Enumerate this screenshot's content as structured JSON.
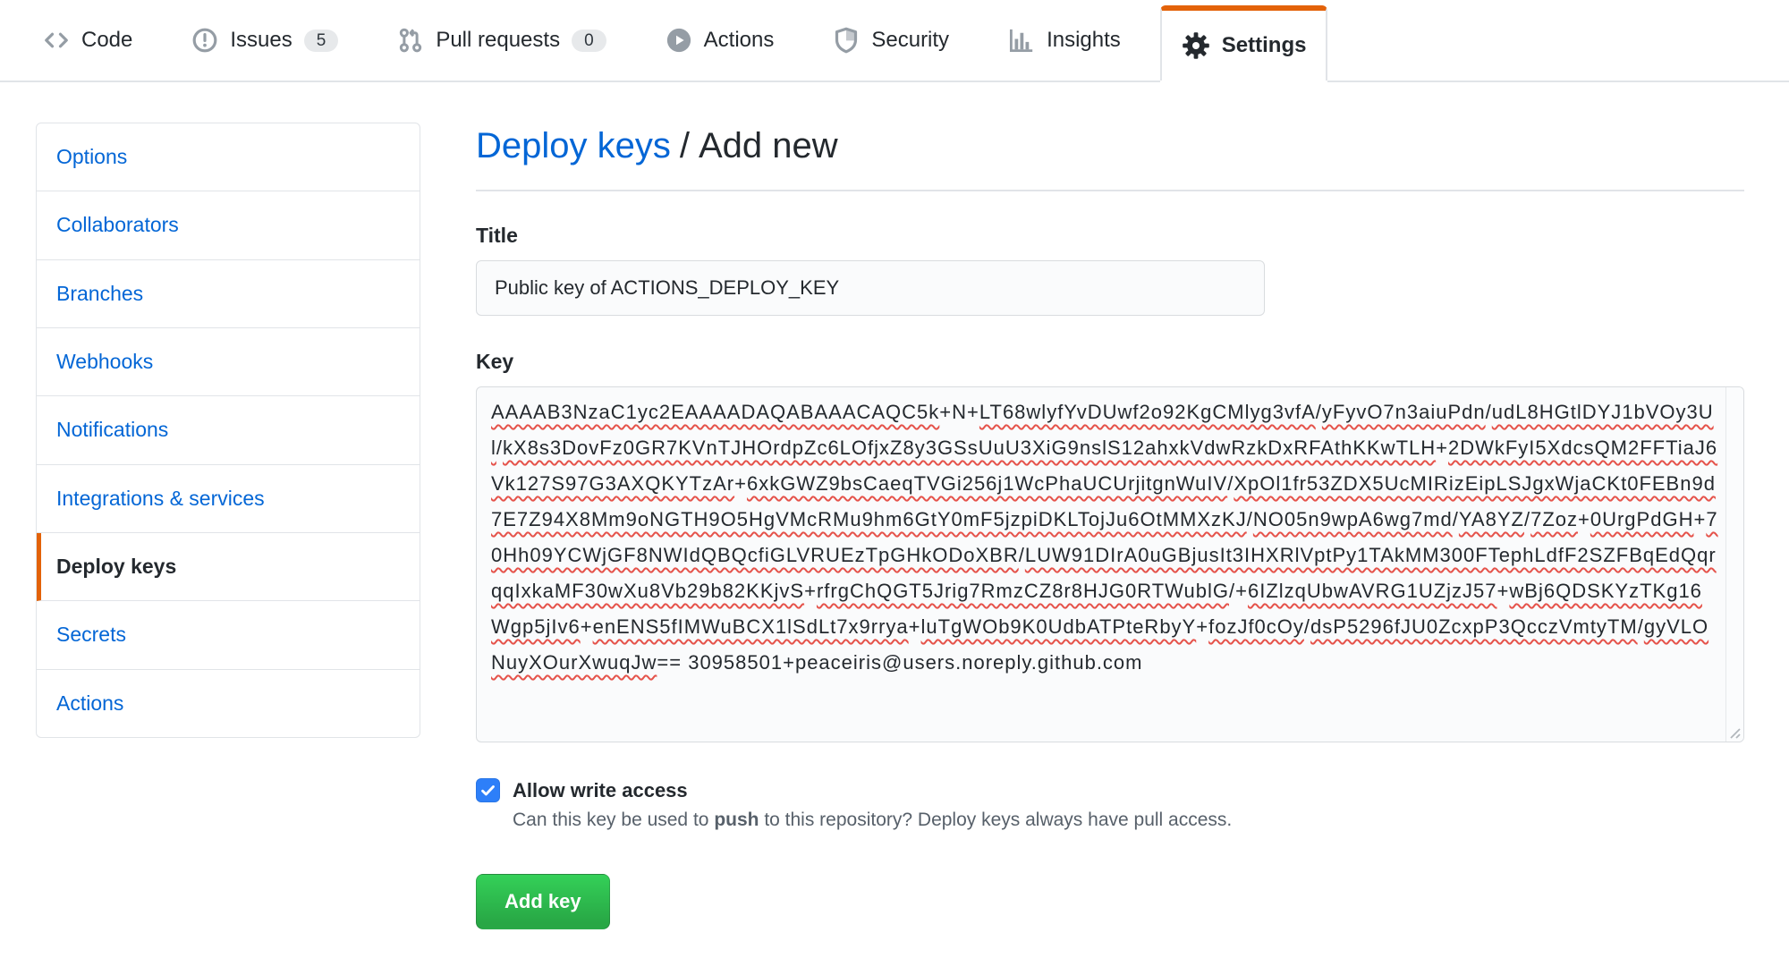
{
  "nav": {
    "tabs": [
      {
        "label": "Code",
        "icon": "code-icon"
      },
      {
        "label": "Issues",
        "icon": "issue-opened-icon",
        "badge": "5"
      },
      {
        "label": "Pull requests",
        "icon": "git-pull-request-icon",
        "badge": "0"
      },
      {
        "label": "Actions",
        "icon": "play-icon"
      },
      {
        "label": "Security",
        "icon": "shield-icon"
      },
      {
        "label": "Insights",
        "icon": "graph-icon"
      },
      {
        "label": "Settings",
        "icon": "gear-icon",
        "active": true
      }
    ]
  },
  "sidebar": {
    "items": [
      {
        "label": "Options"
      },
      {
        "label": "Collaborators"
      },
      {
        "label": "Branches"
      },
      {
        "label": "Webhooks"
      },
      {
        "label": "Notifications"
      },
      {
        "label": "Integrations & services"
      },
      {
        "label": "Deploy keys",
        "active": true
      },
      {
        "label": "Secrets"
      },
      {
        "label": "Actions"
      }
    ]
  },
  "main": {
    "breadcrumb": {
      "link": "Deploy keys",
      "separator": "/",
      "current": "Add new"
    },
    "title_field": {
      "label": "Title",
      "value": "Public key of ACTIONS_DEPLOY_KEY"
    },
    "key_field": {
      "label": "Key",
      "value": "AAAAB3NzaC1yc2EAAAADAQABAAACAQC5k+N+LT68wlyfYvDUwf2o92KgCMlyg3vfA/yFyvO7n3aiuPdn/udL8HGtlDYJ1bVOy3Ul/kX8s3DovFz0GR7KVnTJHOrdpZc6LOfjxZ8y3GSsUuU3XiG9nslS12ahxkVdwRzkDxRFAthKKwTLH+2DWkFyI5XdcsQM2FFTiaJ6Vk127S97G3AXQKYTzAr+6xkGWZ9bsCaeqTVGi256j1WcPhaUCUrjitgnWuIV/XpOl1fr53ZDX5UcMIRizEipLSJgxWjaCKt0FEBn9d7E7Z94X8Mm9oNGTH9O5HgVMcRMu9hm6GtY0mF5jzpiDKLTojJu6OtMMXzKJ/NO05n9wpA6wg7md/YA8YZ/7Zoz+0UrgPdGH+70Hh09YCWjGF8NWIdQBQcfiGLVRUEzTpGHkODoXBR/LUW91DIrA0uGBjusIt3IHXRlVptPy1TAkMM300FTephLdfF2SZFBqEdQqrqqIxkaMF30wXu8Vb29b82KKjvS+rfrgChQGT5Jrig7RmzCZ8r8HJG0RTWublG/+6IZlzqUbwAVRG1UZjzJ57+wBj6QDSKYzTKg16Wgp5jIv6+enENS5fIMWuBCX1lSdLt7x9rrya+luTgWOb9K0UdbATPteRbyY+fozJf0cOy/dsP5296fJU0ZcxpP3QcczVmtyTM/gyVLONuyXOurXwuqJw== 30958501+peaceiris@users.noreply.github.com"
    },
    "write_access": {
      "label": "Allow write access",
      "checked": true,
      "note_prefix": "Can this key be used to ",
      "note_bold": "push",
      "note_suffix": " to this repository? Deploy keys always have pull access."
    },
    "submit": {
      "label": "Add key"
    }
  },
  "colors": {
    "link_blue": "#0366d6",
    "selected_orange": "#e36209",
    "button_green": "#28a745",
    "checkbox_blue": "#2d7ff9",
    "spellcheck_red": "#e5534b",
    "border_gray": "#e1e4e8"
  }
}
